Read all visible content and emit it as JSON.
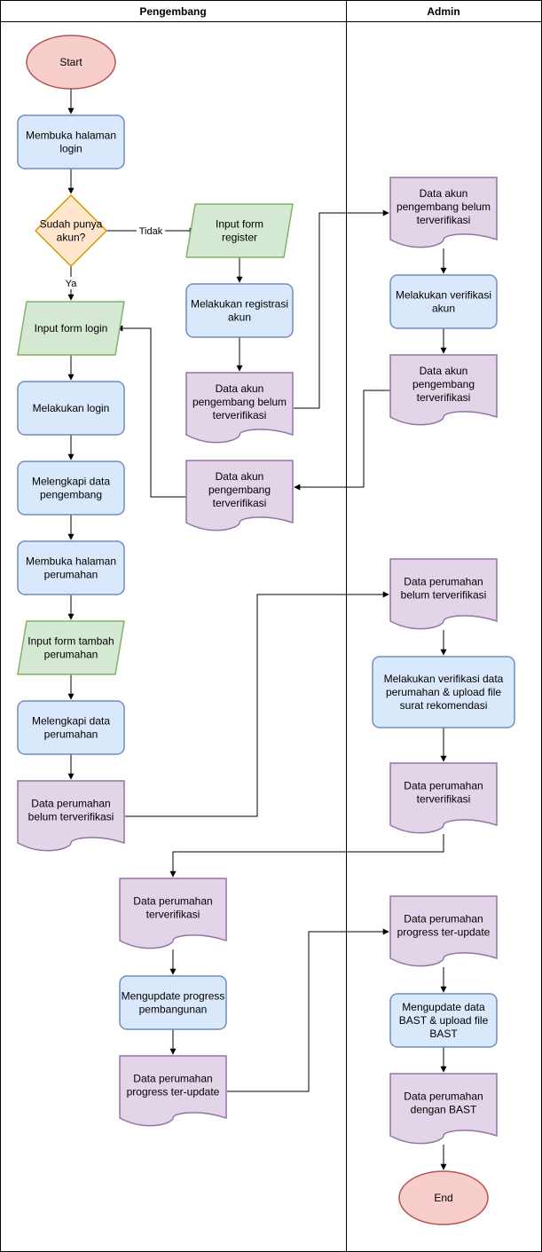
{
  "lanes": {
    "left": "Pengembang",
    "right": "Admin"
  },
  "colors": {
    "process_fill": "#dae8fc",
    "process_stroke": "#6c8ebf",
    "io_fill": "#d5e8d4",
    "io_stroke": "#82b366",
    "doc_fill": "#e1d5e7",
    "doc_stroke": "#9673a6",
    "terminal_fill": "#f8cecc",
    "terminal_stroke": "#b85450",
    "decision_fill": "#ffe6cc",
    "decision_stroke": "#d79b00"
  },
  "nodes": {
    "start": [
      "Start"
    ],
    "open_login": [
      "Membuka halaman",
      "login"
    ],
    "has_account": [
      "Sudah punya",
      "akun?"
    ],
    "input_register": [
      "Input form",
      "register"
    ],
    "do_register": [
      "Melakukan registrasi",
      "akun"
    ],
    "doc_unverified_left": [
      "Data akun",
      "pengembang belum",
      "terverifikasi"
    ],
    "doc_verified_left": [
      "Data akun",
      "pengembang",
      "terverifikasi"
    ],
    "input_login": [
      "Input form login"
    ],
    "do_login": [
      "Melakukan login"
    ],
    "complete_dev": [
      "Melengkapi data",
      "pengembang"
    ],
    "open_housing": [
      "Membuka halaman",
      "perumahan"
    ],
    "input_add_housing": [
      "Input form tambah",
      "perumahan"
    ],
    "complete_housing": [
      "Melengkapi data",
      "perumahan"
    ],
    "doc_housing_unverified_left": [
      "Data perumahan",
      "belum terverifikasi"
    ],
    "doc_housing_verified_left": [
      "Data perumahan",
      "terverifikasi"
    ],
    "update_progress": [
      "Mengupdate progress",
      "pembangunan"
    ],
    "doc_progress_left": [
      "Data perumahan",
      "progress ter-update"
    ],
    "doc_unverified_right": [
      "Data akun",
      "pengembang belum",
      "terverifikasi"
    ],
    "verify_account": [
      "Melakukan verifikasi",
      "akun"
    ],
    "doc_verified_right": [
      "Data akun",
      "pengembang",
      "terverifikasi"
    ],
    "doc_housing_unverified_right": [
      "Data perumahan",
      "belum terverifikasi"
    ],
    "verify_housing": [
      "Melakukan verifikasi data",
      "perumahan & upload file",
      "surat rekomendasi"
    ],
    "doc_housing_verified_right": [
      "Data perumahan",
      "terverifikasi"
    ],
    "doc_progress_right": [
      "Data perumahan",
      "progress ter-update"
    ],
    "update_bast": [
      "Mengupdate data",
      "BAST & upload file",
      "BAST"
    ],
    "doc_bast": [
      "Data perumahan",
      "dengan BAST"
    ],
    "end": [
      "End"
    ]
  },
  "edge_labels": {
    "no": "Tidak",
    "yes": "Ya"
  }
}
